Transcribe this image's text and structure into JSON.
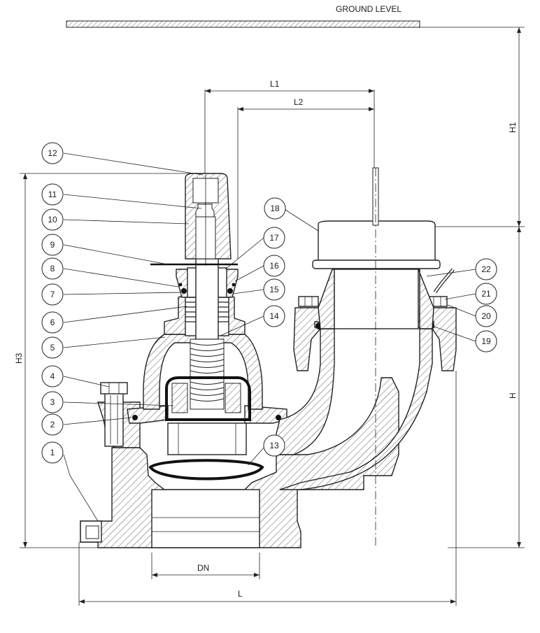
{
  "labels": {
    "ground_level": "GROUND LEVEL",
    "dim_L1": "L1",
    "dim_L2": "L2",
    "dim_H1": "H1",
    "dim_H": "H",
    "dim_H3": "H3",
    "dim_DN": "DN",
    "dim_L": "L"
  },
  "callouts": [
    "1",
    "2",
    "3",
    "4",
    "5",
    "6",
    "7",
    "8",
    "9",
    "10",
    "11",
    "12",
    "13",
    "14",
    "15",
    "16",
    "17",
    "18",
    "19",
    "20",
    "21",
    "22"
  ]
}
